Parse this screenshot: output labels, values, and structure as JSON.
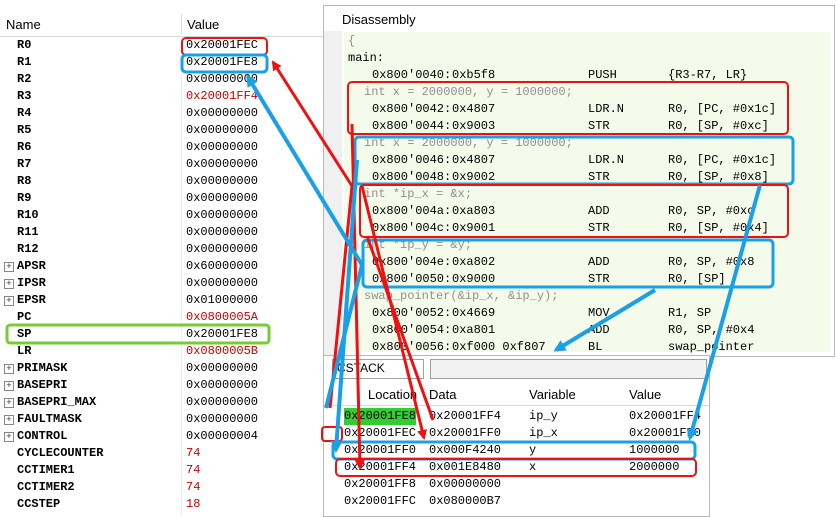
{
  "registers": {
    "header_name": "Name",
    "header_value": "Value",
    "rows": [
      {
        "name": "R0",
        "value": "0x20001FEC",
        "red": false,
        "exp": false
      },
      {
        "name": "R1",
        "value": "0x20001FE8",
        "red": false,
        "exp": false
      },
      {
        "name": "R2",
        "value": "0x00000000",
        "red": false,
        "exp": false
      },
      {
        "name": "R3",
        "value": "0x20001FF4",
        "red": true,
        "exp": false
      },
      {
        "name": "R4",
        "value": "0x00000000",
        "red": false,
        "exp": false
      },
      {
        "name": "R5",
        "value": "0x00000000",
        "red": false,
        "exp": false
      },
      {
        "name": "R6",
        "value": "0x00000000",
        "red": false,
        "exp": false
      },
      {
        "name": "R7",
        "value": "0x00000000",
        "red": false,
        "exp": false
      },
      {
        "name": "R8",
        "value": "0x00000000",
        "red": false,
        "exp": false
      },
      {
        "name": "R9",
        "value": "0x00000000",
        "red": false,
        "exp": false
      },
      {
        "name": "R10",
        "value": "0x00000000",
        "red": false,
        "exp": false
      },
      {
        "name": "R11",
        "value": "0x00000000",
        "red": false,
        "exp": false
      },
      {
        "name": "R12",
        "value": "0x00000000",
        "red": false,
        "exp": false
      },
      {
        "name": "APSR",
        "value": "0x60000000",
        "red": false,
        "exp": true
      },
      {
        "name": "IPSR",
        "value": "0x00000000",
        "red": false,
        "exp": true
      },
      {
        "name": "EPSR",
        "value": "0x01000000",
        "red": false,
        "exp": true
      },
      {
        "name": "PC",
        "value": "0x0800005A",
        "red": true,
        "exp": false
      },
      {
        "name": "SP",
        "value": "0x20001FE8",
        "red": false,
        "exp": false
      },
      {
        "name": "LR",
        "value": "0x0800005B",
        "red": true,
        "exp": false
      },
      {
        "name": "PRIMASK",
        "value": "0x00000000",
        "red": false,
        "exp": true
      },
      {
        "name": "BASEPRI",
        "value": "0x00000000",
        "red": false,
        "exp": true
      },
      {
        "name": "BASEPRI_MAX",
        "value": "0x00000000",
        "red": false,
        "exp": true
      },
      {
        "name": "FAULTMASK",
        "value": "0x00000000",
        "red": false,
        "exp": true
      },
      {
        "name": "CONTROL",
        "value": "0x00000004",
        "red": false,
        "exp": true
      },
      {
        "name": "CYCLECOUNTER",
        "value": "74",
        "red": true,
        "exp": false
      },
      {
        "name": "CCTIMER1",
        "value": "74",
        "red": true,
        "exp": false
      },
      {
        "name": "CCTIMER2",
        "value": "74",
        "red": true,
        "exp": false
      },
      {
        "name": "CCSTEP",
        "value": "18",
        "red": true,
        "exp": false
      }
    ]
  },
  "disassembly": {
    "title": "Disassembly",
    "lines": [
      {
        "kind": "src",
        "text": "{"
      },
      {
        "kind": "label",
        "text": "main:"
      },
      {
        "kind": "ins",
        "addr": "0x800'0040:",
        "op": "0xb5f8",
        "mn": "PUSH",
        "args": "{R3-R7, LR}"
      },
      {
        "kind": "src",
        "text": "int x = 2000000, y = 1000000;"
      },
      {
        "kind": "ins",
        "addr": "0x800'0042:",
        "op": "0x4807",
        "mn": "LDR.N",
        "args": "R0, [PC, #0x1c]"
      },
      {
        "kind": "ins",
        "addr": "0x800'0044:",
        "op": "0x9003",
        "mn": "STR",
        "args": "R0, [SP, #0xc]"
      },
      {
        "kind": "src",
        "text": "int x = 2000000, y = 1000000;"
      },
      {
        "kind": "ins",
        "addr": "0x800'0046:",
        "op": "0x4807",
        "mn": "LDR.N",
        "args": "R0, [PC, #0x1c]"
      },
      {
        "kind": "ins",
        "addr": "0x800'0048:",
        "op": "0x9002",
        "mn": "STR",
        "args": "R0, [SP, #0x8]"
      },
      {
        "kind": "src",
        "text": "int *ip_x = &x;"
      },
      {
        "kind": "ins",
        "addr": "0x800'004a:",
        "op": "0xa803",
        "mn": "ADD",
        "args": "R0, SP, #0xc"
      },
      {
        "kind": "ins",
        "addr": "0x800'004c:",
        "op": "0x9001",
        "mn": "STR",
        "args": "R0, [SP, #0x4]"
      },
      {
        "kind": "src",
        "text": "int *ip_y = &y;"
      },
      {
        "kind": "ins",
        "addr": "0x800'004e:",
        "op": "0xa802",
        "mn": "ADD",
        "args": "R0, SP, #0x8"
      },
      {
        "kind": "ins",
        "addr": "0x800'0050:",
        "op": "0x9000",
        "mn": "STR",
        "args": "R0, [SP]"
      },
      {
        "kind": "src",
        "text": "swap_pointer(&ip_x, &ip_y);"
      },
      {
        "kind": "ins",
        "addr": "0x800'0052:",
        "op": "0x4669",
        "mn": "MOV",
        "args": "R1, SP"
      },
      {
        "kind": "ins",
        "addr": "0x800'0054:",
        "op": "0xa801",
        "mn": "ADD",
        "args": "R0, SP, #0x4"
      },
      {
        "kind": "ins",
        "addr": "0x800'0056:",
        "op": "0xf000 0xf807",
        "mn": "BL",
        "args": "swap_pointer"
      }
    ]
  },
  "stack": {
    "selector": "CSTACK",
    "headers": [
      "Location",
      "Data",
      "Variable",
      "Value"
    ],
    "rows": [
      {
        "loc": "0x20001FE8",
        "data": "0x20001FF4",
        "var": "ip_y",
        "val": "0x20001FF4"
      },
      {
        "loc": "0x20001FEC",
        "data": "0x20001FF0",
        "var": "ip_x",
        "val": "0x20001FF0"
      },
      {
        "loc": "0x20001FF0",
        "data": "0x000F4240",
        "var": "y",
        "val": "1000000"
      },
      {
        "loc": "0x20001FF4",
        "data": "0x001E8480",
        "var": "x",
        "val": "2000000"
      },
      {
        "loc": "0x20001FF8",
        "data": "0x00000000",
        "var": "",
        "val": ""
      },
      {
        "loc": "0x20001FFC",
        "data": "0x080000B7",
        "var": "",
        "val": ""
      }
    ]
  },
  "colors": {
    "red": "#ee1111",
    "blue": "#1aa0e6",
    "green": "#77cc33"
  }
}
